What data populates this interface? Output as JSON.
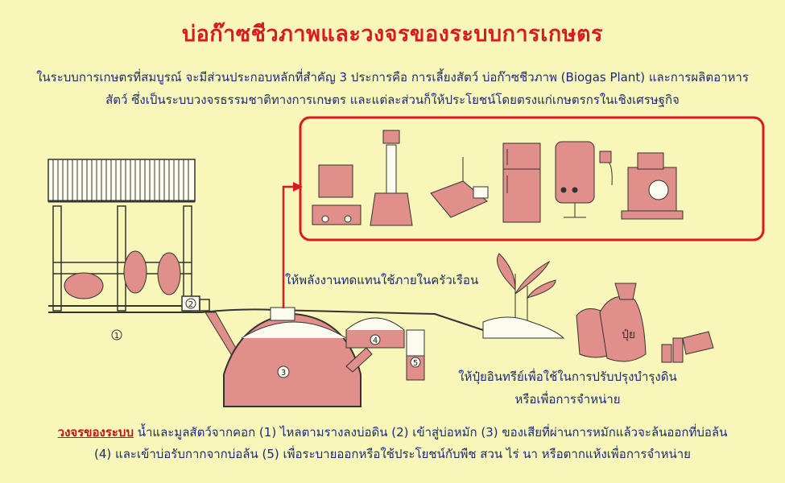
{
  "title": "บ่อก๊าซชีวภาพและวงจรของระบบการเกษตร",
  "intro": {
    "line1": "ในระบบการเกษตรที่สมบูรณ์ จะมีส่วนประกอบหลักที่สำคัญ 3 ประการคือ การเลี้ยงสัตว์ บ่อก๊าซชีวภาพ (Biogas Plant) และการผลิตอาหาร",
    "line2": "สัตว์ ซึ่งเป็นระบบวงจรธรรมชาติทางการเกษตร และแต่ละส่วนก็ให้ประโยชน์โดยตรงแก่เกษตรกรในเชิงเศรษฐกิจ"
  },
  "energy_label": "ให้พลังงานทดแทนใช้ภายในครัวเรือน",
  "fertilizer_label": {
    "line1": "ให้ปุ๋ยอินทรีย์เพื่อใช้ในการปรับปรุงบำรุงดิน",
    "line2": "หรือเพื่อการจำหน่าย"
  },
  "sack_label": "ปุ๋ย",
  "markers": [
    "1",
    "2",
    "3",
    "4",
    "5"
  ],
  "footer": {
    "heading": "วงจรของระบบ",
    "line1_rest": " น้ำและมูลสัตว์จากคอก (1) ไหลตามรางลงบ่อดิน (2) เข้าสู่บ่อหมัก (3) ของเสียที่ผ่านการหมักแล้วจะล้นออกที่บ่อล้น",
    "line2": "(4) และเข้าบ่อรับกากจากบ่อล้น (5) เพื่อระบายออกหรือใช้ประโยชน์กับพืช สวน ไร่ นา หรือตากแห้งเพื่อการจำหน่าย"
  },
  "appliances": [
    "stove-icon",
    "lantern-icon",
    "iron-icon",
    "refrigerator-icon",
    "water-heater-icon",
    "engine-icon"
  ],
  "colors": {
    "title": "#d81b22",
    "text": "#1b2a7a",
    "fill": "#e08f8a",
    "frame": "#d81b22",
    "background": "#f8f6b8"
  }
}
